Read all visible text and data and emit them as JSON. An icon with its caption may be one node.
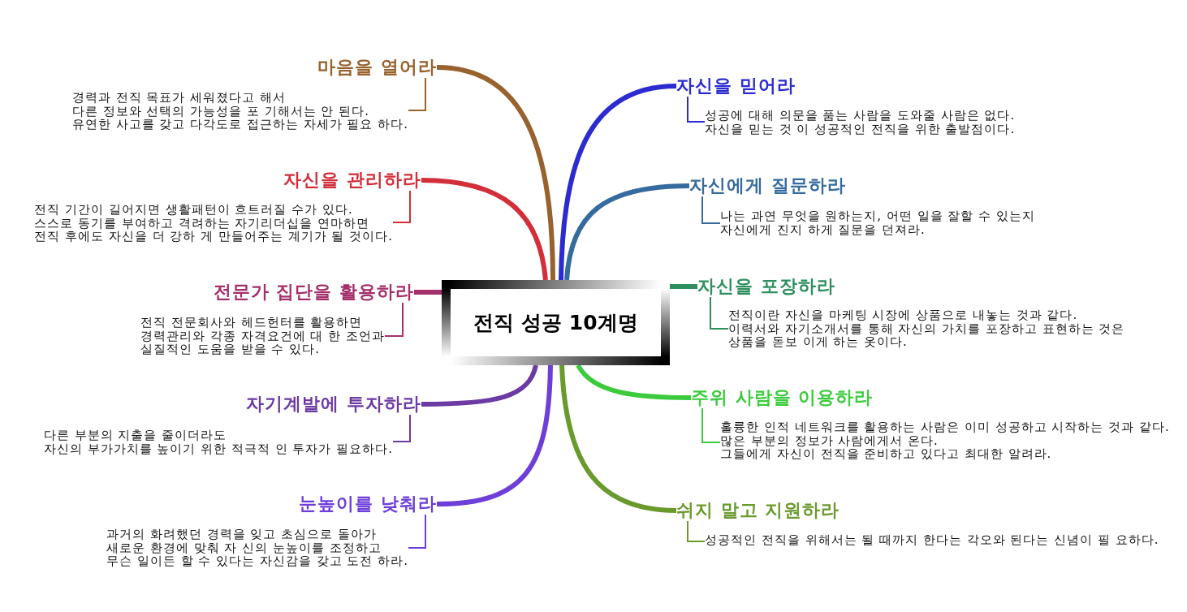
{
  "diagram": {
    "nodes": [
      {
        "text": [
          "전직 성공 10계명"
        ]
      },
      {
        "text": [
          "마음을 열어라"
        ]
      },
      {
        "text": [
          "경력과 전직 목표가 세워졌다고 해서 다른 정보와 선택의 가능성을 포 기해서는 안 된다. 유연한 사고를 갖고 다각도로 접근하는 자세가 필요 하다."
        ]
      },
      {
        "text": [
          "자신을 관리하라"
        ]
      },
      {
        "text": [
          "전직 기간이 길어지면 생활패턴이 흐트러질 수가 있다. 스스로 동기를 부여하고 격려하는 자기리더십을 연마하면 전직 후에도 자신을 더 강하 게 만들어주는 계기가 될 것이다."
        ]
      },
      {
        "text": [
          "전문가 집단을 활용하라"
        ]
      },
      {
        "text": [
          "전직 전문회사와 헤드헌터를 활용하면 경력관리와 각종 자격요건에 대 한 조언과 실질적인 도움을 받을 수 있다."
        ]
      },
      {
        "text": [
          "자기계발에 투자하라"
        ]
      },
      {
        "text": [
          "다른 부분의 지출을 줄이더라도 자신의 부가가치를 높이기 위한 적극적 인 투자가 필요하다."
        ]
      },
      {
        "text": [
          "눈높이를 낮춰라"
        ]
      },
      {
        "text": [
          "과거의 화려했던 경력을 잊고 초심으로 돌아가 새로운 환경에 맞춰 자 신의 눈높이를 조정하고 무슨 일이든 할 수 있다는 자신감을 갖고 도전 하라."
        ]
      },
      {
        "text": [
          "자신을 믿어라"
        ]
      },
      {
        "text": [
          "성공에 대해 의문을 품는 사람을 도와줄 사람은 없다. 자신을 믿는 것 이 성공적인 전직을 위한 출발점이다."
        ]
      },
      {
        "text": [
          "자신에게 질문하라"
        ]
      },
      {
        "text": [
          "나는 과연 무엇을 원하는지, 어떤 일을 잘할 수 있는지 자신에게 진지 하게 질문을 던져라."
        ]
      },
      {
        "text": [
          "자신을 포장하라"
        ]
      },
      {
        "text": [
          "전직이란 자신을 마케팅 시장에 상품으로 내놓는 것과 같다. 이력서와 자기소개서를 통해 자신의 가치를 포장하고 표현하는 것은 상품을 돋보 이게 하는 옷이다."
        ]
      },
      {
        "text": [
          "주위 사람을 이용하라"
        ]
      },
      {
        "text": [
          "훌륭한 인적 네트워크를 활용하는 사람은 이미 성공하고 시작하는 것과 같다. 많은 부분의 정보가 사람에게서 온다. 그들에게 자신이 전직을 준비하고 있다고 최대한 알려라."
        ]
      },
      {
        "text": [
          "쉬지 말고 지원하라"
        ]
      },
      {
        "text": [
          "성공적인 전직을 위해서는 될 때까지 한다는 각오와 된다는 신념이 필 요하다."
        ]
      }
    ],
    "edges": [
      {
        "from": 0,
        "to": 1,
        "arrow": "none",
        "style": "thick",
        "color": "#98622e"
      },
      {
        "from": 1,
        "to": 2,
        "arrow": "none",
        "color": "#98622e"
      },
      {
        "from": 0,
        "to": 3,
        "arrow": "none",
        "style": "thick",
        "color": "#d22f3a"
      },
      {
        "from": 3,
        "to": 4,
        "arrow": "none",
        "color": "#d22f3a"
      },
      {
        "from": 0,
        "to": 5,
        "arrow": "none",
        "style": "thick",
        "color": "#a3306a"
      },
      {
        "from": 5,
        "to": 6,
        "arrow": "none",
        "color": "#a3306a"
      },
      {
        "from": 0,
        "to": 7,
        "arrow": "none",
        "style": "thick",
        "color": "#6c3aa3"
      },
      {
        "from": 7,
        "to": 8,
        "arrow": "none",
        "color": "#6c3aa3"
      },
      {
        "from": 0,
        "to": 9,
        "arrow": "none",
        "style": "thick",
        "color": "#6d3fd8"
      },
      {
        "from": 9,
        "to": 10,
        "arrow": "none",
        "color": "#6d3fd8"
      },
      {
        "from": 0,
        "to": 11,
        "arrow": "none",
        "style": "thick",
        "color": "#2b2bd1"
      },
      {
        "from": 11,
        "to": 12,
        "arrow": "none",
        "color": "#2b2bd1"
      },
      {
        "from": 0,
        "to": 13,
        "arrow": "none",
        "style": "thick",
        "color": "#356b9e"
      },
      {
        "from": 13,
        "to": 14,
        "arrow": "none",
        "color": "#356b9e"
      },
      {
        "from": 0,
        "to": 15,
        "arrow": "none",
        "style": "thick",
        "color": "#2e8f5e"
      },
      {
        "from": 15,
        "to": 16,
        "arrow": "none",
        "color": "#2e8f5e"
      },
      {
        "from": 0,
        "to": 17,
        "arrow": "none",
        "style": "thick",
        "color": "#3ccb3c"
      },
      {
        "from": 17,
        "to": 18,
        "arrow": "none",
        "color": "#3ccb3c"
      },
      {
        "from": 0,
        "to": 19,
        "arrow": "none",
        "style": "thick",
        "color": "#6a9a2c"
      },
      {
        "from": 19,
        "to": 20,
        "arrow": "none",
        "color": "#6a9a2c"
      }
    ]
  }
}
